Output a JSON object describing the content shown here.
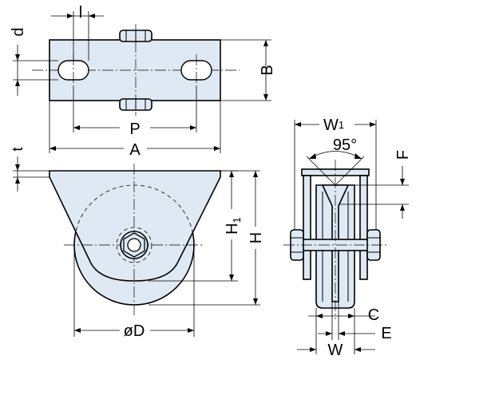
{
  "labels": {
    "l": "l",
    "d": "d",
    "B": "B",
    "P": "P",
    "A": "A",
    "t": "t",
    "H1": "H",
    "H1_sub": "1",
    "H": "H",
    "D": "øD",
    "W1": "W",
    "W1_sub": "1",
    "angle": "95°",
    "F": "F",
    "C": "C",
    "E": "E",
    "W": "W"
  },
  "colors": {
    "part_fill": "#dfe9f3",
    "line": "#000000"
  }
}
